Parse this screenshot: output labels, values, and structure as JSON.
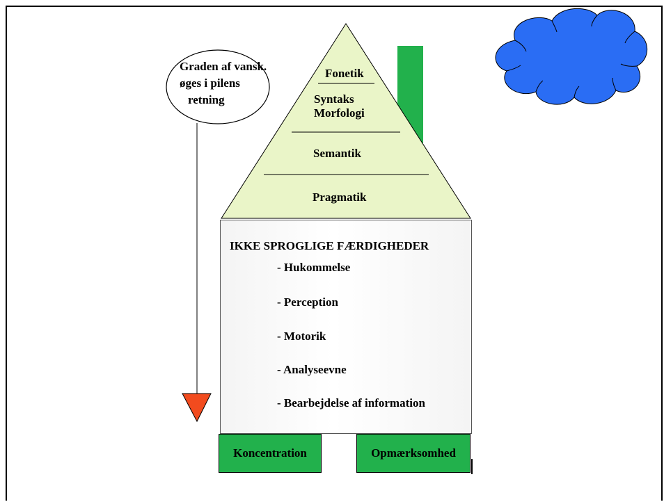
{
  "roof": {
    "levels": [
      {
        "id": "fonetik",
        "lines": [
          "Fonetik"
        ]
      },
      {
        "id": "syntaks",
        "lines": [
          "Syntaks",
          "Morfologi"
        ]
      },
      {
        "id": "semantik",
        "lines": [
          "Semantik"
        ]
      },
      {
        "id": "pragmatik",
        "lines": [
          "Pragmatik"
        ]
      }
    ],
    "fill": "#eaf5c8"
  },
  "body": {
    "title": "IKKE SPROGLIGE FÆRDIGHEDER",
    "items": [
      "- Hukommelse",
      "- Perception",
      "- Motorik",
      "- Analyseevne",
      "- Bearbejdelse af information"
    ]
  },
  "foundation": {
    "left": "Koncentration",
    "right": "Opmærksomhed"
  },
  "bubble": {
    "lines": [
      "Graden af vansk.",
      "øges i pilens",
      "retning"
    ]
  },
  "colors": {
    "chimney": "#22b14c",
    "cloud": "#2a6df4",
    "arrow_head": "#f24b1e",
    "foundation": "#22b14c"
  }
}
